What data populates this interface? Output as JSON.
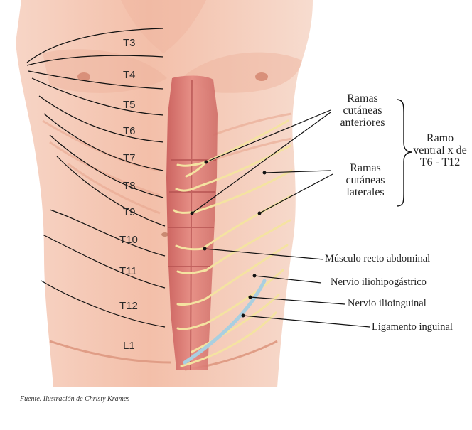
{
  "figure": {
    "dermatomes": [
      "T3",
      "T4",
      "T5",
      "T6",
      "T7",
      "T8",
      "T9",
      "T10",
      "T11",
      "T12",
      "L1"
    ],
    "labels": {
      "anterior_branches": "Ramas cutáneas anteriores",
      "lateral_branches": "Ramas cutáneas laterales",
      "ventral_ramus": "Ramo ventral x de T6 - T12",
      "rectus": "Músculo recto abdominal",
      "iliohypogastric": "Nervio iliohipogástrico",
      "ilioinguinal": "Nervio ilioinguinal",
      "inguinal_ligament": "Ligamento inguinal"
    },
    "credit": "Fuente. Ilustración de Christy Krames"
  },
  "colors": {
    "skin": "#f3c1ac",
    "skin_shadow": "#e9a48c",
    "muscle": "#d46a66",
    "nerve": "#f4e3a1",
    "ligament": "#a9cfe0",
    "line": "#111111"
  }
}
